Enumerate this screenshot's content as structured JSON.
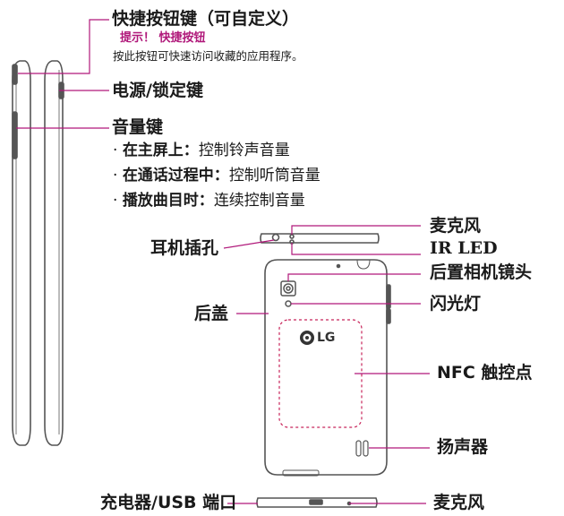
{
  "colors": {
    "callout_line": "#b0187a",
    "device_outline": "#555555",
    "dashed_area": "#c8245a"
  },
  "side_labels": {
    "quick_button": "快捷按钮键（可自定义）",
    "tip_title": "提示！ 快捷按钮",
    "tip_text": "按此按钮可快速访问收藏的应用程序。",
    "power_lock": "电源/锁定键",
    "volume": "音量键",
    "volume_bullets": [
      {
        "bold": "在主屏上：",
        "text": "控制铃声音量"
      },
      {
        "bold": "在通话过程中：",
        "text": "控制听筒音量"
      },
      {
        "bold": "播放曲目时：",
        "text": "连续控制音量"
      }
    ]
  },
  "back_labels": {
    "microphone_top": "麦克风",
    "ir_led": "IR LED",
    "earphone_jack": "耳机插孔",
    "rear_camera": "后置相机镜头",
    "flash": "闪光灯",
    "back_cover": "后盖",
    "nfc": "NFC 触控点",
    "speaker": "扬声器",
    "charger_usb": "充电器/USB 端口",
    "microphone_bottom": "麦克风"
  },
  "logo_text": "LG"
}
